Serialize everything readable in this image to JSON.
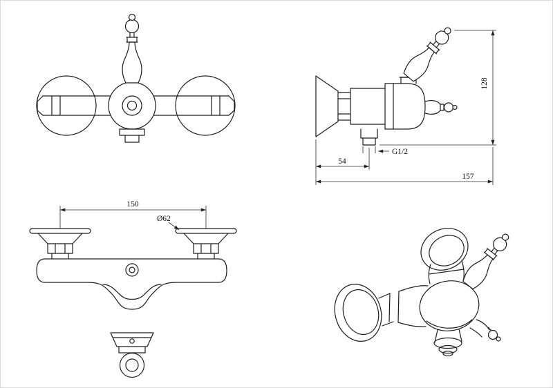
{
  "colors": {
    "background": "#ffffff",
    "line": "#1c1c1c",
    "dim_line": "#2b2b2b",
    "frame": "#d8d8d8"
  },
  "views": {
    "side": {
      "dims": {
        "height": "128",
        "thread": "G1/2",
        "outlet_offset": "54",
        "depth": "157"
      }
    },
    "top": {
      "dims": {
        "center_distance": "150",
        "flange_diameter": "Ø62"
      }
    }
  }
}
